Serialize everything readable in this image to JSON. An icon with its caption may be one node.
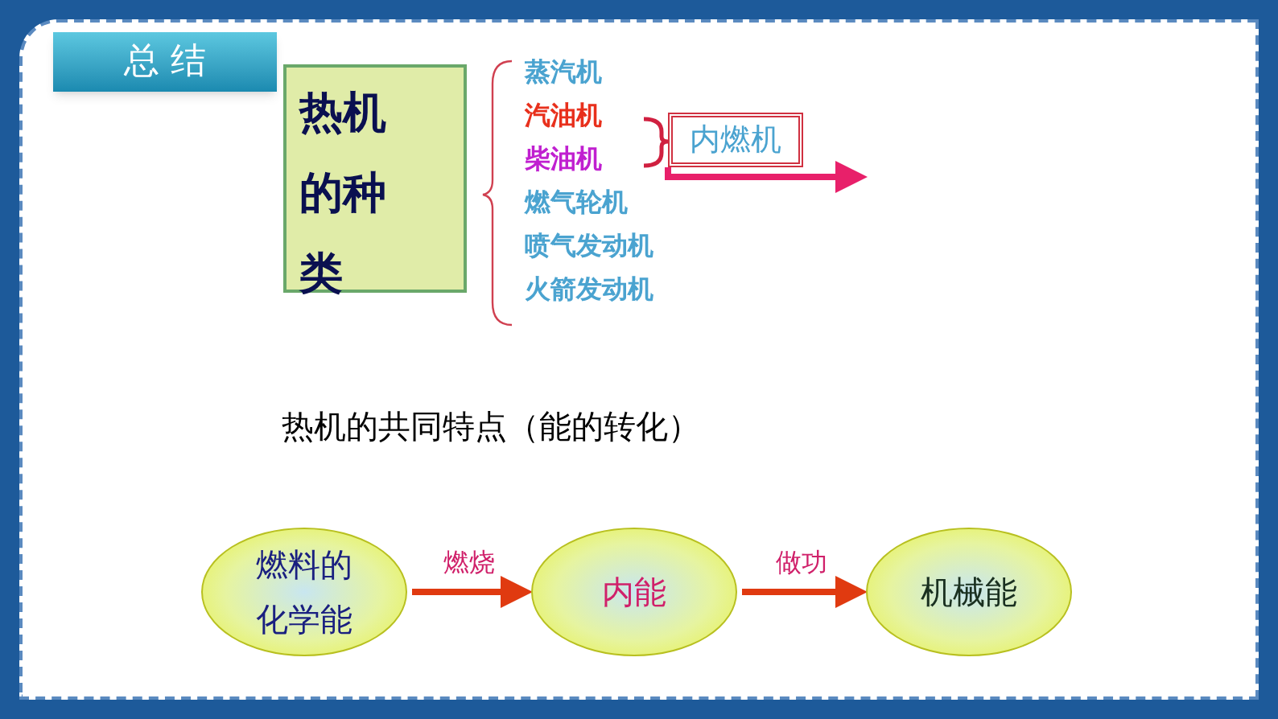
{
  "diagram": {
    "title": "总 结",
    "nodes": [
      {
        "text": [
          "热机的种类"
        ]
      },
      {
        "text": [
          "蒸汽机"
        ]
      },
      {
        "text": [
          "汽油机"
        ]
      },
      {
        "text": [
          "柴油机"
        ]
      },
      {
        "text": [
          "燃气轮机"
        ]
      },
      {
        "text": [
          "喷气发动机"
        ]
      },
      {
        "text": [
          "火箭发动机"
        ]
      },
      {
        "text": [
          "内燃机"
        ]
      },
      {
        "text": [
          "燃料的化学能"
        ]
      },
      {
        "text": [
          "内能"
        ]
      },
      {
        "text": [
          "机械能"
        ]
      }
    ],
    "edges": [
      {
        "from": 7,
        "to": null,
        "arrow": "to",
        "color": "#e8206a"
      },
      {
        "from": 8,
        "to": 9,
        "arrow": "to",
        "label": "燃烧"
      },
      {
        "from": 9,
        "to": 10,
        "arrow": "to",
        "label": "做功"
      }
    ],
    "labels": [
      "热机的共同特点（能的转化）"
    ]
  }
}
